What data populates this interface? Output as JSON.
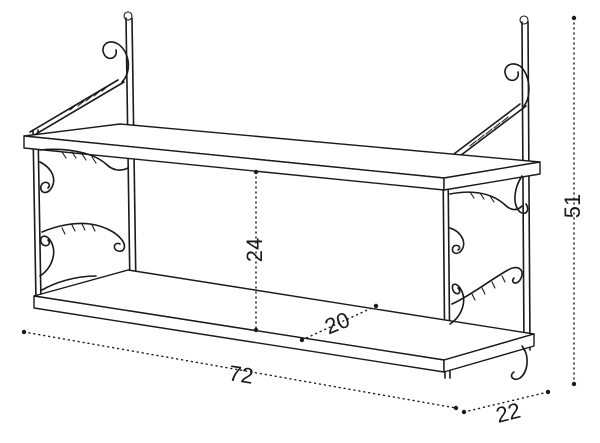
{
  "diagram": {
    "units": "",
    "dimensions": {
      "height_between_shelves": "24",
      "shelf_depth_inner": "20",
      "total_width": "72",
      "total_depth": "22",
      "total_height": "51"
    }
  }
}
